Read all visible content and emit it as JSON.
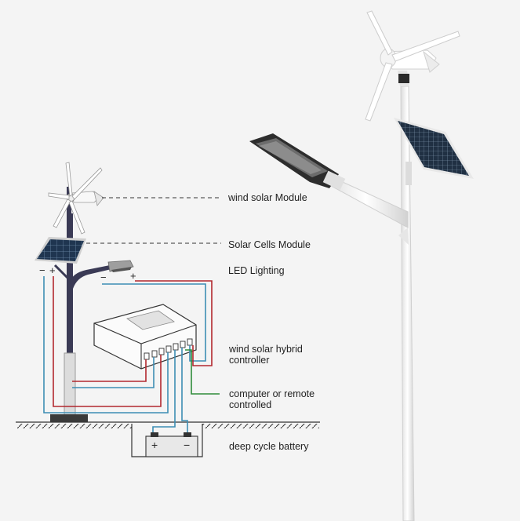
{
  "labels": {
    "wind_module": "wind solar Module",
    "solar_cells": "Solar Cells Module",
    "led_lighting": "LED Lighting",
    "controller": "wind solar hybrid\ncontroller",
    "remote": "computer or remote\ncontrolled",
    "battery": "deep cycle battery"
  },
  "terminals": {
    "solar_minus": "−",
    "solar_plus": "+",
    "led_minus": "−",
    "led_plus": "+",
    "battery_plus": "+",
    "battery_minus": "−"
  },
  "colors": {
    "positive_wire": "#b2282e",
    "negative_wire": "#3d8db3",
    "signal_wire": "#2e8b3a",
    "pole": "#ffffff",
    "dark_pole": "#3a3a55",
    "panel": "#1f3550"
  },
  "icons": [
    "wind-turbine-icon",
    "solar-panel-icon",
    "street-lamp-icon",
    "controller-box-icon",
    "battery-icon"
  ]
}
